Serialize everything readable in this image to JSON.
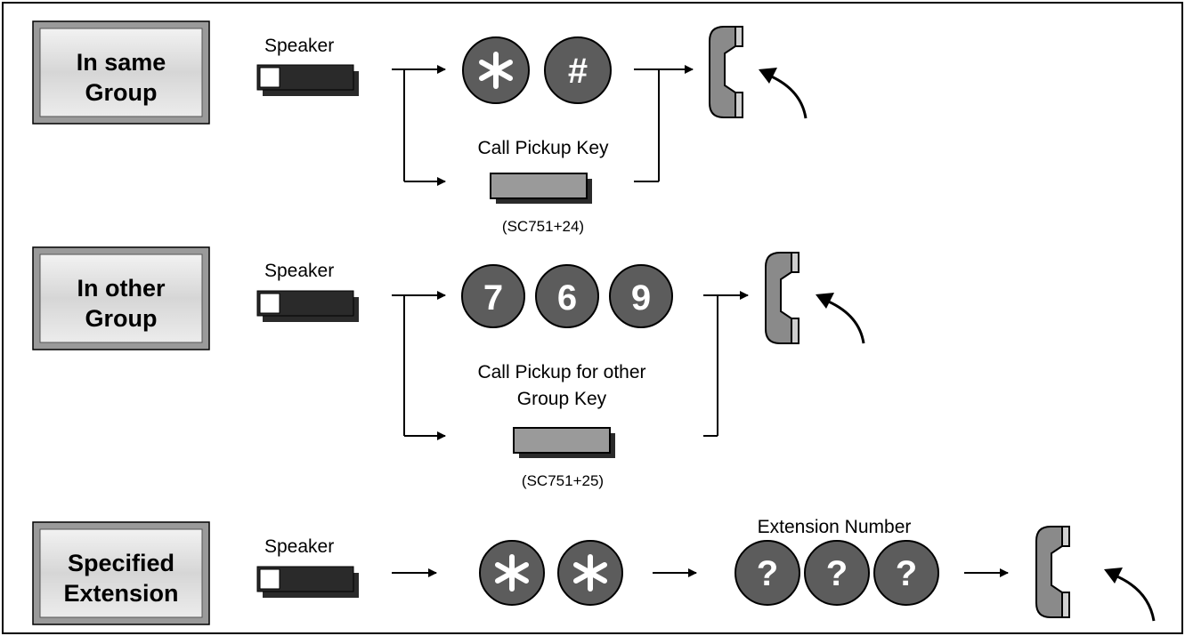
{
  "rows": [
    {
      "box": [
        "In same",
        "Group"
      ],
      "speaker": "Speaker",
      "keys": [
        "*",
        "#"
      ],
      "pickup_key": [
        "Call Pickup Key"
      ],
      "code": "(SC751+24)"
    },
    {
      "box": [
        "In other",
        "Group"
      ],
      "speaker": "Speaker",
      "keys": [
        "7",
        "6",
        "9"
      ],
      "pickup_key": [
        "Call Pickup for other",
        "Group Key"
      ],
      "code": "(SC751+25)"
    },
    {
      "box": [
        "Specified",
        "Extension"
      ],
      "speaker": "Speaker",
      "keys": [
        "*",
        "*"
      ],
      "extension_label": "Extension Number",
      "extension_keys": [
        "?",
        "?",
        "?"
      ]
    }
  ],
  "colors": {
    "key_fill": "#5c5c5c",
    "box_fill": "#d9d9d9",
    "handset_fill": "#8a8a8a",
    "speaker_button": "#2a2a2a",
    "pickup_button": "#9a9a9a"
  },
  "icons": [
    "speaker-button-icon",
    "handset-icon",
    "lift-arrow-icon",
    "flow-arrow-icon"
  ]
}
